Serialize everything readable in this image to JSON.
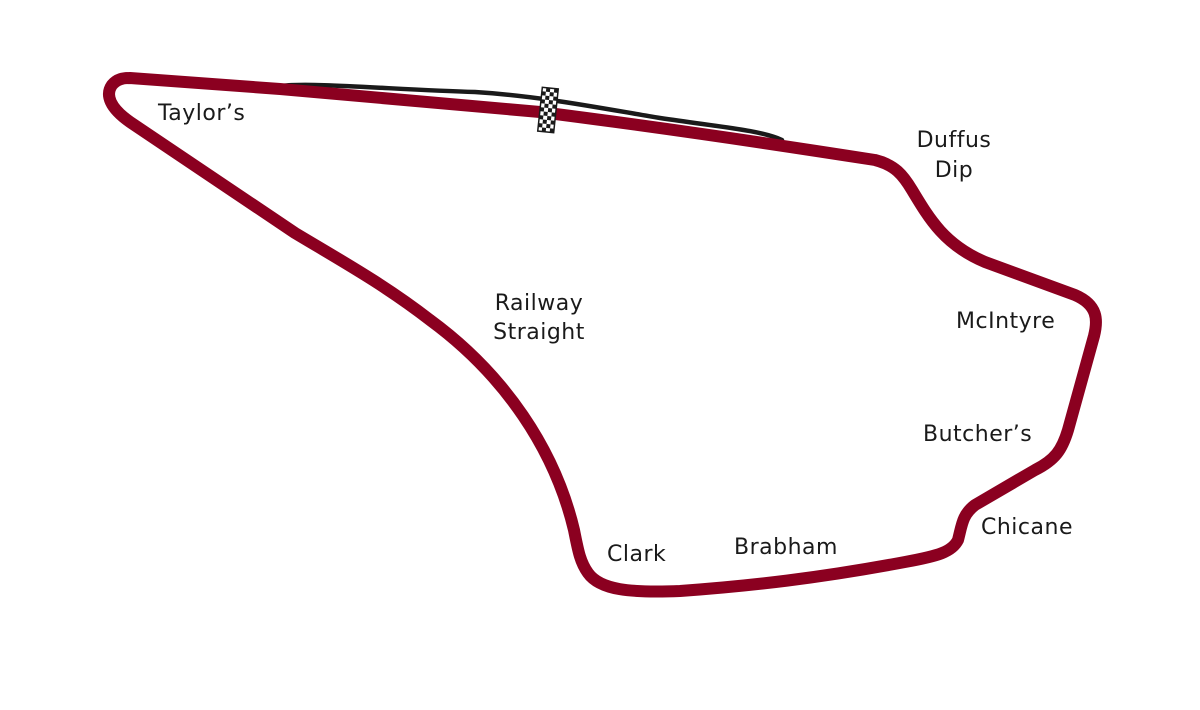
{
  "map": {
    "colors": {
      "track": "#8b0020",
      "pit_lane": "#1a1a1a",
      "label": "#1a1a1a",
      "background": "#ffffff"
    },
    "start_finish_icon": "checkered-flag-icon",
    "corners": {
      "taylors": "Taylor’s",
      "duffus_dip_line1": "Duffus",
      "duffus_dip_line2": "Dip",
      "mcintyre": "McIntyre",
      "butchers": "Butcher’s",
      "chicane": "Chicane",
      "brabham": "Brabham",
      "clark": "Clark",
      "railway_straight_line1": "Railway",
      "railway_straight_line2": "Straight"
    }
  }
}
